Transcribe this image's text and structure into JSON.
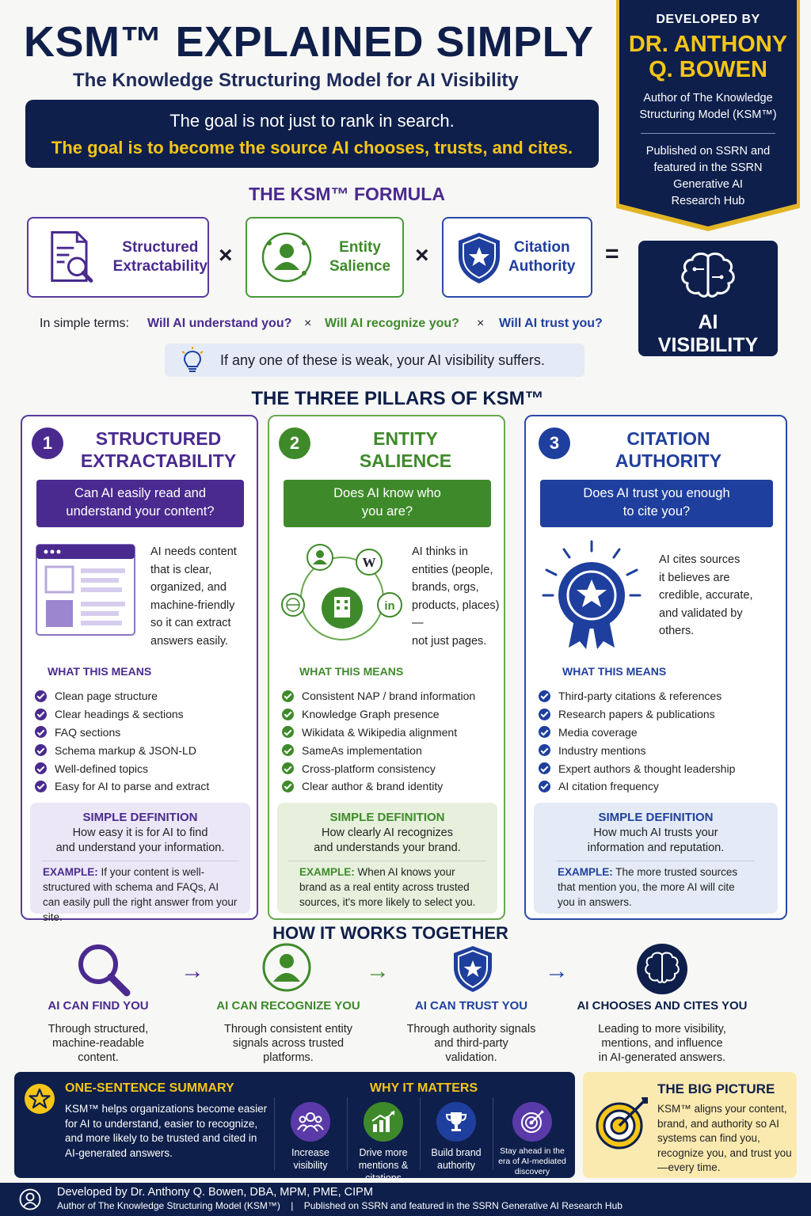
{
  "header": {
    "title": "KSM™ EXPLAINED SIMPLY",
    "subtitle": "The Knowledge Structuring Model for AI Visibility",
    "goal_line1": "The goal is not just to rank in search.",
    "goal_line2": "The goal is to become the source AI chooses, trusts, and cites."
  },
  "developer": {
    "label": "DEVELOPED BY",
    "name_line1": "DR. ANTHONY",
    "name_line2": "Q. BOWEN",
    "author_line1": "Author of The Knowledge",
    "author_line2": "Structuring Model (KSM™)",
    "pub_line1": "Published on SSRN and",
    "pub_line2": "featured in the SSRN",
    "pub_line3": "Generative AI",
    "pub_line4": "Research Hub"
  },
  "formula": {
    "title": "THE KSM™ FORMULA",
    "term1_line1": "Structured",
    "term1_line2": "Extractability",
    "term2_line1": "Entity",
    "term2_line2": "Salience",
    "term3_line1": "Citation",
    "term3_line2": "Authority",
    "times": "×",
    "equals": "=",
    "result_line1": "AI",
    "result_line2": "VISIBILITY",
    "simple_label": "In simple terms:",
    "q1": "Will AI understand you?",
    "q2": "Will AI recognize you?",
    "q3": "Will AI trust you?",
    "tip": "If any one of these is weak, your AI visibility suffers."
  },
  "pillars_title": "THE THREE PILLARS OF KSM™",
  "pillars": [
    {
      "num": "1",
      "title_line1": "STRUCTURED",
      "title_line2": "EXTRACTABILITY",
      "q_line1": "Can AI easily read and",
      "q_line2": "understand your content?",
      "desc": [
        "AI needs content",
        "that is clear,",
        "organized, and",
        "machine-friendly",
        "so it can extract",
        "answers easily."
      ],
      "means_label": "WHAT THIS MEANS",
      "items": [
        "Clean page structure",
        "Clear headings & sections",
        "FAQ sections",
        "Schema markup & JSON-LD",
        "Well-defined topics",
        "Easy for AI to parse and extract"
      ],
      "def_label": "SIMPLE DEFINITION",
      "def_line1": "How easy it is for AI to find",
      "def_line2": "and understand your information.",
      "ex_label": "EXAMPLE:",
      "ex_text": " If your content is well-structured with schema and FAQs, AI can easily pull the right answer from your site."
    },
    {
      "num": "2",
      "title_line1": "ENTITY",
      "title_line2": "SALIENCE",
      "q_line1": "Does AI know who",
      "q_line2": "you are?",
      "desc": [
        "AI thinks in",
        "entities (people,",
        "brands, orgs,",
        "products, places)—",
        "not just pages."
      ],
      "means_label": "WHAT THIS MEANS",
      "items": [
        "Consistent NAP / brand information",
        "Knowledge Graph presence",
        "Wikidata & Wikipedia alignment",
        "SameAs implementation",
        "Cross-platform consistency",
        "Clear author & brand identity"
      ],
      "def_label": "SIMPLE DEFINITION",
      "def_line1": "How clearly AI recognizes",
      "def_line2": "and understands your brand.",
      "ex_label": "EXAMPLE:",
      "ex_text": " When AI knows your brand as a real entity across trusted sources, it's more likely to select you."
    },
    {
      "num": "3",
      "title_line1": "CITATION",
      "title_line2": "AUTHORITY",
      "q_line1": "Does AI trust you enough",
      "q_line2": "to cite you?",
      "desc": [
        "AI cites sources",
        "it believes are",
        "credible, accurate,",
        "and validated by",
        "others."
      ],
      "means_label": "WHAT THIS MEANS",
      "items": [
        "Third-party citations & references",
        "Research papers & publications",
        "Media coverage",
        "Industry mentions",
        "Expert authors & thought leadership",
        "AI citation frequency"
      ],
      "def_label": "SIMPLE DEFINITION",
      "def_line1": "How much AI trusts your",
      "def_line2": "information and reputation.",
      "ex_label": "EXAMPLE:",
      "ex_text": " The more trusted sources that mention you, the more AI will cite you in answers."
    }
  ],
  "how": {
    "title": "HOW IT WORKS TOGETHER",
    "arrow": "→",
    "steps": [
      {
        "label": "AI CAN FIND YOU",
        "desc_line1": "Through structured,",
        "desc_line2": "machine-readable",
        "desc_line3": "content."
      },
      {
        "label": "AI CAN RECOGNIZE YOU",
        "desc_line1": "Through consistent entity",
        "desc_line2": "signals across trusted",
        "desc_line3": "platforms."
      },
      {
        "label": "AI CAN TRUST YOU",
        "desc_line1": "Through authority signals",
        "desc_line2": "and third-party",
        "desc_line3": "validation."
      },
      {
        "label": "AI CHOOSES AND CITES YOU",
        "desc_line1": "Leading to more visibility,",
        "desc_line2": "mentions, and influence",
        "desc_line3": "in AI-generated answers."
      }
    ]
  },
  "summary": {
    "title": "ONE-SENTENCE SUMMARY",
    "text": "KSM™ helps organizations become easier for AI to understand, easier to recognize, and more likely to be trusted and cited in AI-generated answers."
  },
  "why": {
    "title": "WHY IT MATTERS",
    "items": [
      {
        "line1": "Increase",
        "line2": "visibility",
        "line3": ""
      },
      {
        "line1": "Drive more",
        "line2": "mentions &",
        "line3": "citations"
      },
      {
        "line1": "Build brand",
        "line2": "authority",
        "line3": ""
      },
      {
        "line1": "Stay ahead in the",
        "line2": "era of AI-mediated",
        "line3": "discovery"
      }
    ]
  },
  "big_picture": {
    "title": "THE BIG PICTURE",
    "text": "KSM™ aligns your content, brand, and authority so AI systems can find you, recognize you, and trust you—every time."
  },
  "footer": {
    "line1": "Developed by Dr. Anthony Q. Bowen, DBA, MPM, PME, CIPM",
    "line2": "Author of The Knowledge Structuring Model (KSM™)    |    Published on SSRN and featured in the SSRN Generative AI Research Hub"
  },
  "colors": {
    "purple": "#4a2a8f",
    "green": "#3e8a2a",
    "blue": "#1f3f9e",
    "navy": "#0e1f4b",
    "gold": "#f5c518"
  }
}
